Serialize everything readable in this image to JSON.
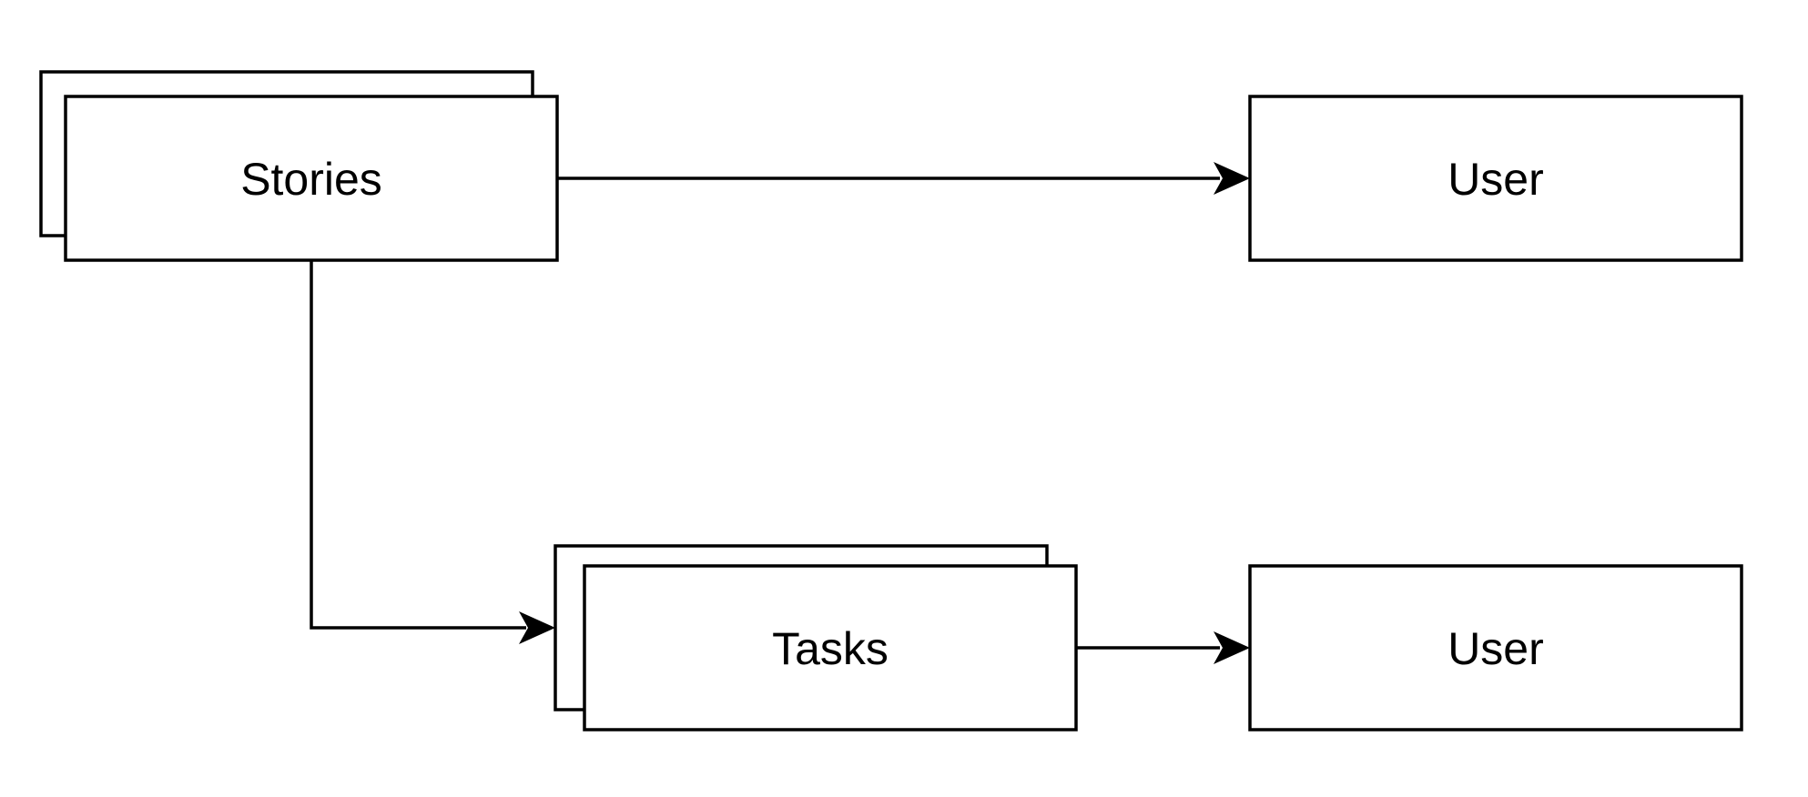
{
  "nodes": {
    "stories": {
      "label": "Stories",
      "stacked": true
    },
    "user_top": {
      "label": "User",
      "stacked": false
    },
    "tasks": {
      "label": "Tasks",
      "stacked": true
    },
    "user_bottom": {
      "label": "User",
      "stacked": false
    }
  },
  "edges": [
    {
      "from": "stories",
      "to": "user_top"
    },
    {
      "from": "stories",
      "to": "tasks"
    },
    {
      "from": "tasks",
      "to": "user_bottom"
    }
  ],
  "colors": {
    "stroke": "#000000",
    "fill": "#ffffff",
    "text": "#000000"
  }
}
